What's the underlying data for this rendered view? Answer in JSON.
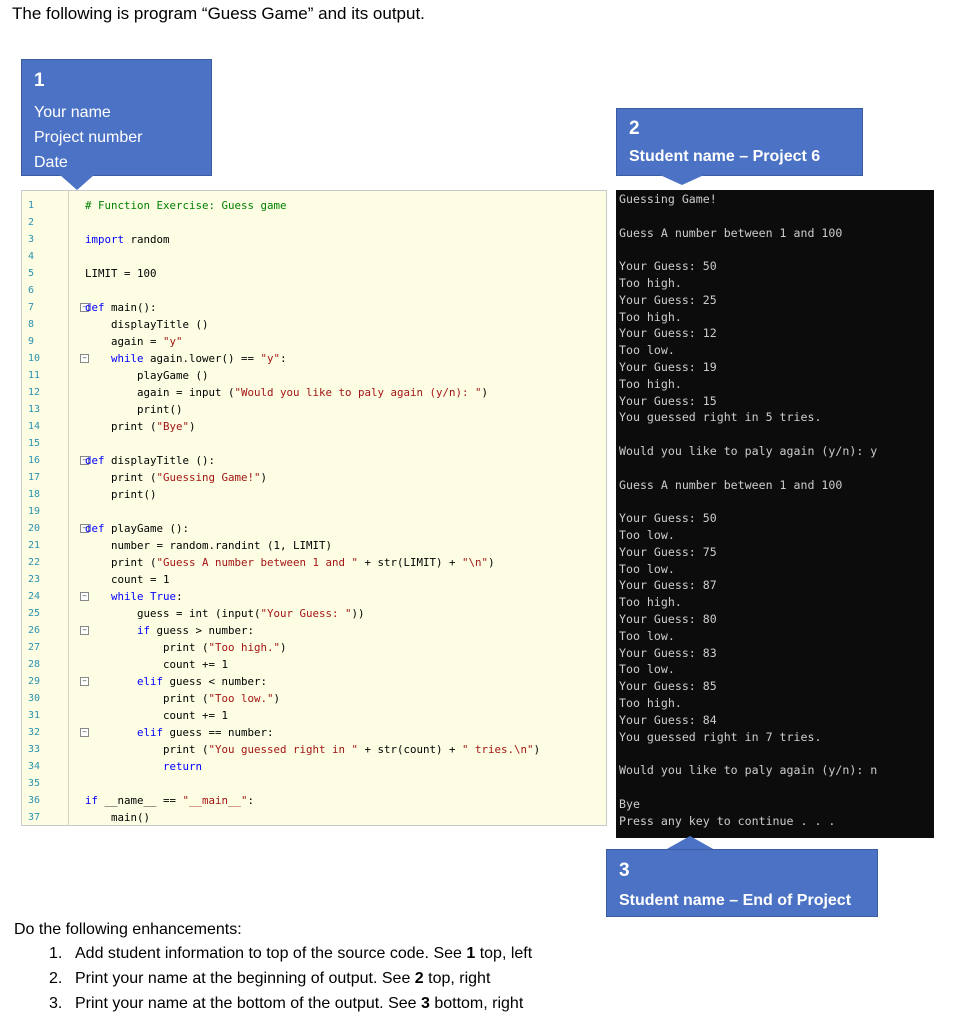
{
  "intro": "The following is program “Guess Game” and its output.",
  "callout1": {
    "number": "1",
    "lines": [
      "Your name",
      "Project number",
      "Date"
    ]
  },
  "callout2": {
    "number": "2",
    "text": "Student name – Project 6"
  },
  "callout3": {
    "number": "3",
    "text": "Student name – End of Project"
  },
  "code_lines": [
    {
      "n": "1",
      "t": "# Function Exercise: Guess game"
    },
    {
      "n": "2",
      "t": ""
    },
    {
      "n": "3",
      "t": "import random"
    },
    {
      "n": "4",
      "t": ""
    },
    {
      "n": "5",
      "t": "LIMIT = 100"
    },
    {
      "n": "6",
      "t": ""
    },
    {
      "n": "7",
      "t": "def main():"
    },
    {
      "n": "8",
      "t": "    displayTitle ()"
    },
    {
      "n": "9",
      "t": "    again = \"y\""
    },
    {
      "n": "10",
      "t": "    while again.lower() == \"y\":"
    },
    {
      "n": "11",
      "t": "        playGame ()"
    },
    {
      "n": "12",
      "t": "        again = input (\"Would you like to paly again (y/n): \")"
    },
    {
      "n": "13",
      "t": "        print()"
    },
    {
      "n": "14",
      "t": "    print (\"Bye\")"
    },
    {
      "n": "15",
      "t": ""
    },
    {
      "n": "16",
      "t": "def displayTitle ():"
    },
    {
      "n": "17",
      "t": "    print (\"Guessing Game!\")"
    },
    {
      "n": "18",
      "t": "    print()"
    },
    {
      "n": "19",
      "t": ""
    },
    {
      "n": "20",
      "t": "def playGame ():"
    },
    {
      "n": "21",
      "t": "    number = random.randint (1, LIMIT)"
    },
    {
      "n": "22",
      "t": "    print (\"Guess A number between 1 and \" + str(LIMIT) + \"\\n\")"
    },
    {
      "n": "23",
      "t": "    count = 1"
    },
    {
      "n": "24",
      "t": "    while True:"
    },
    {
      "n": "25",
      "t": "        guess = int (input(\"Your Guess: \"))"
    },
    {
      "n": "26",
      "t": "        if guess > number:"
    },
    {
      "n": "27",
      "t": "            print (\"Too high.\")"
    },
    {
      "n": "28",
      "t": "            count += 1"
    },
    {
      "n": "29",
      "t": "        elif guess < number:"
    },
    {
      "n": "30",
      "t": "            print (\"Too low.\")"
    },
    {
      "n": "31",
      "t": "            count += 1"
    },
    {
      "n": "32",
      "t": "        elif guess == number:"
    },
    {
      "n": "33",
      "t": "            print (\"You guessed right in \" + str(count) + \" tries.\\n\")"
    },
    {
      "n": "34",
      "t": "            return"
    },
    {
      "n": "35",
      "t": ""
    },
    {
      "n": "36",
      "t": "if __name__ == \"__main__\":"
    },
    {
      "n": "37",
      "t": "    main()"
    }
  ],
  "console_lines": [
    "Guessing Game!",
    "",
    "Guess A number between 1 and 100",
    "",
    "Your Guess: 50",
    "Too high.",
    "Your Guess: 25",
    "Too high.",
    "Your Guess: 12",
    "Too low.",
    "Your Guess: 19",
    "Too high.",
    "Your Guess: 15",
    "You guessed right in 5 tries.",
    "",
    "Would you like to paly again (y/n): y",
    "",
    "Guess A number between 1 and 100",
    "",
    "Your Guess: 50",
    "Too low.",
    "Your Guess: 75",
    "Too low.",
    "Your Guess: 87",
    "Too high.",
    "Your Guess: 80",
    "Too low.",
    "Your Guess: 83",
    "Too low.",
    "Your Guess: 85",
    "Too high.",
    "Your Guess: 84",
    "You guessed right in 7 tries.",
    "",
    "Would you like to paly again (y/n): n",
    "",
    "Bye",
    "Press any key to continue . . ."
  ],
  "tasks_title": "Do the following enhancements:",
  "tasks": [
    {
      "n": "1.",
      "pre": "Add student information to top of the source code. See ",
      "bold": "1",
      "post": " top, left"
    },
    {
      "n": "2.",
      "pre": "Print your name at the beginning of output. See ",
      "bold": "2",
      "post": " top, right"
    },
    {
      "n": "3.",
      "pre": "Print your name at the bottom of the output. See ",
      "bold": "3",
      "post": " bottom, right"
    }
  ],
  "colors": {
    "callout": "#4b72c4",
    "editor_bg": "#fdfde3",
    "console_bg": "#0c0c0c",
    "keyword": "#0000ff",
    "string": "#a31515"
  }
}
